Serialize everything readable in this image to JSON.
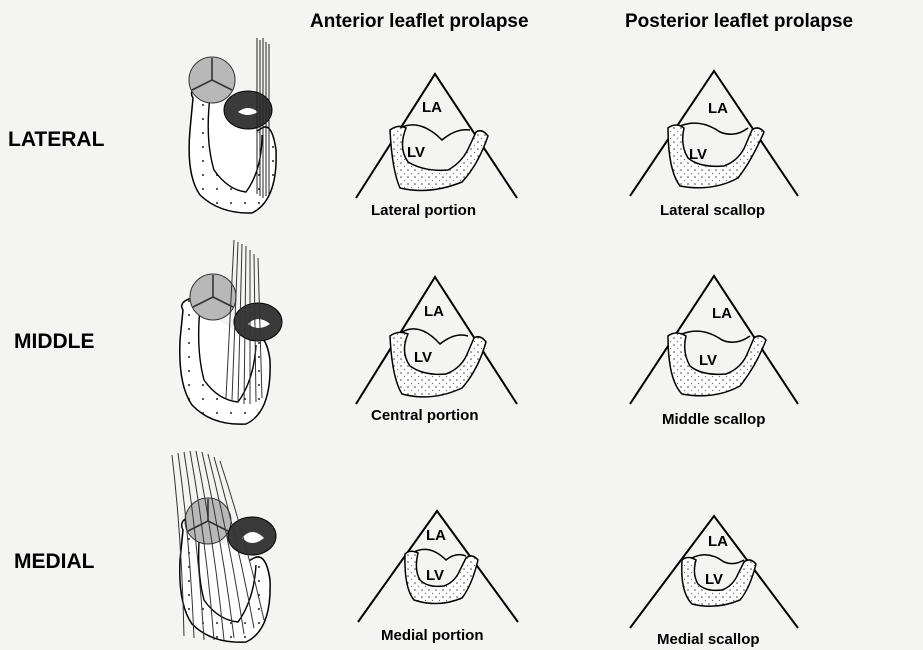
{
  "headers": {
    "anterior": "Anterior leaflet prolapse",
    "posterior": "Posterior leaflet prolapse"
  },
  "rows": [
    {
      "label": "LATERAL",
      "anterior_caption": "Lateral portion",
      "posterior_caption": "Lateral scallop",
      "la": "LA",
      "lv": "LV"
    },
    {
      "label": "MIDDLE",
      "anterior_caption": "Central portion",
      "posterior_caption": "Middle scallop",
      "la": "LA",
      "lv": "LV"
    },
    {
      "label": "MEDIAL",
      "anterior_caption": "Medial portion",
      "posterior_caption": "Medial scallop",
      "la": "LA",
      "lv": "LV"
    }
  ],
  "colors": {
    "background": "#f4f4f2",
    "line": "#000000",
    "valve_light": "#b8b8b8",
    "valve_dark": "#3a3a3a"
  }
}
